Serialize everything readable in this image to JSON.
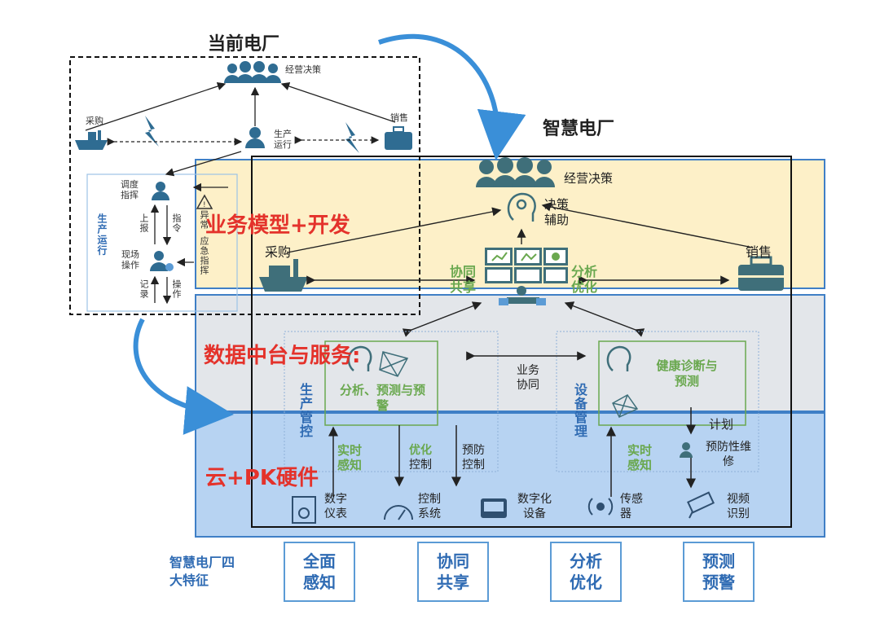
{
  "current_plant": {
    "title": "当前电厂",
    "business_decision": "经营决策",
    "purchase": "采购",
    "production_run": "生产运行",
    "sales": "销售",
    "dispatch_command": "调度指挥",
    "production_side": "生产运行",
    "report_up": "上报",
    "instruct": "指令",
    "anomaly": "异常",
    "emergency_command": "应急指挥",
    "field_operation": "现场操作",
    "record": "记录",
    "operate": "操作"
  },
  "smart_plant": {
    "title": "智慧电厂",
    "business_decision": "经营决策",
    "decision_aid": "决策辅助",
    "purchase": "采购",
    "sales": "销售",
    "collab_share": "协同共享",
    "analysis_opt": "分析优化",
    "layer_business": "业务模型+开发",
    "layer_data": "数据中台与服务:",
    "layer_cloud": "云+PK硬件",
    "prod_control": "生产管控",
    "analysis_predict": "分析、预测与预警",
    "business_collab": "业务协同",
    "equipment_mgmt": "设备管理",
    "health_diag": "健康诊断与预测",
    "plan": "计划",
    "realtime_sense_left": "实时感知",
    "optimize": "优化",
    "control": "控制",
    "preventive_control": "预防控制",
    "realtime_sense_right": "实时感知",
    "preventive_repair": "预防性维修",
    "digital_meter": "数字仪表",
    "control_system": "控制系统",
    "digital_equipment": "数字化设备",
    "sensor": "传感器",
    "video_recog": "视频识别"
  },
  "features": {
    "label": "智慧电厂四大特征",
    "items": [
      "全面感知",
      "协同共享",
      "分析优化",
      "预测预警"
    ]
  },
  "colors": {
    "business_layer": "#fdf0c8",
    "data_layer": "#e3e6ea",
    "cloud_layer": "#b7d3f2",
    "layer_border": "#3f7fc6",
    "red_label": "#e4322b",
    "green_label": "#6aa84f",
    "blue_label": "#2f6bb3",
    "icon_teal": "#3f6f7a"
  }
}
